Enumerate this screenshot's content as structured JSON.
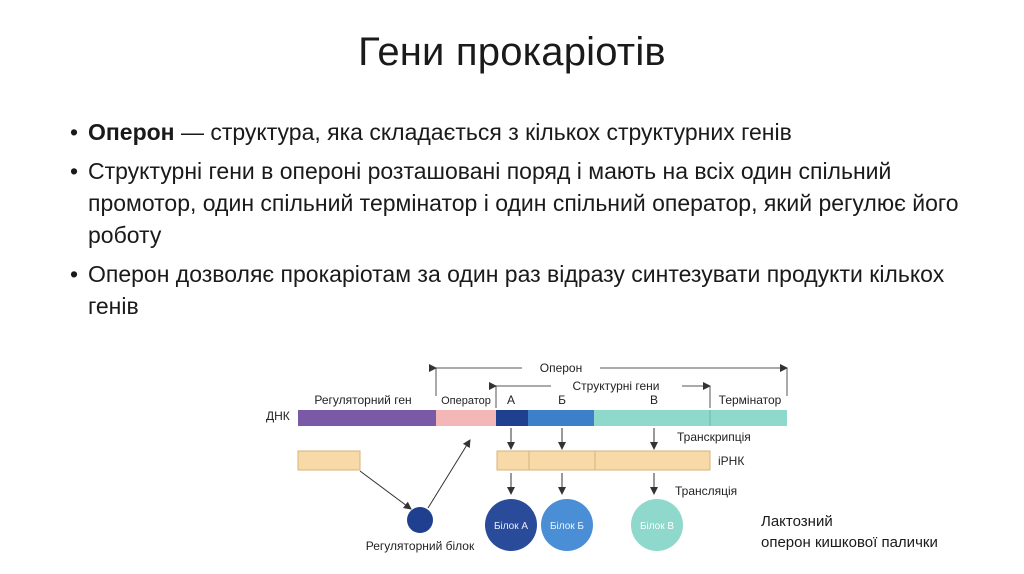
{
  "slide": {
    "title": "Гени прокаріотів",
    "bullets": [
      {
        "bold": "Оперон",
        "text": " — структура, яка складається з кількох структурних генів"
      },
      {
        "bold": "",
        "text": "Структурні гени в опероні розташовані поряд і мають на всіх один спільний промотор, один спільний термінатор і один спільний оператор, який регулює його роботу"
      },
      {
        "bold": "",
        "text": "Оперон дозволяє прокаріотам за один раз відразу синтезувати продукти кількох генів"
      }
    ],
    "bullet_symbol": "•"
  },
  "diagram": {
    "operon_label": "Оперон",
    "structural_genes_label": "Структурні гени",
    "regulatory_gene_label": "Регуляторний ген",
    "operator_label": "Оператор",
    "gene_a": "А",
    "gene_b": "Б",
    "gene_c": "В",
    "terminator_label": "Термінатор",
    "dna_label": "ДНК",
    "transcription_label": "Транскрипція",
    "mrna_label": "іРНК",
    "translation_label": "Трансляція",
    "protein_a": "Білок А",
    "protein_b": "Білок Б",
    "protein_c": "Білок В",
    "regulatory_protein_label": "Регуляторний білок",
    "colors": {
      "regulatory_gene": "#7a5aa6",
      "operator": "#f4b7b7",
      "gene_a": "#1f3f8f",
      "gene_b": "#3d7fc8",
      "gene_c": "#8fd8cc",
      "terminator": "#8fd8cc",
      "mrna": "#f8d9a8",
      "protein_a": "#2a4a9a",
      "protein_b": "#4a8fd6",
      "protein_c": "#8fd8cc",
      "regulatory_protein": "#1f3f8f"
    }
  },
  "caption": {
    "line1": "Лактозний",
    "line2": "оперон кишкової палички"
  }
}
